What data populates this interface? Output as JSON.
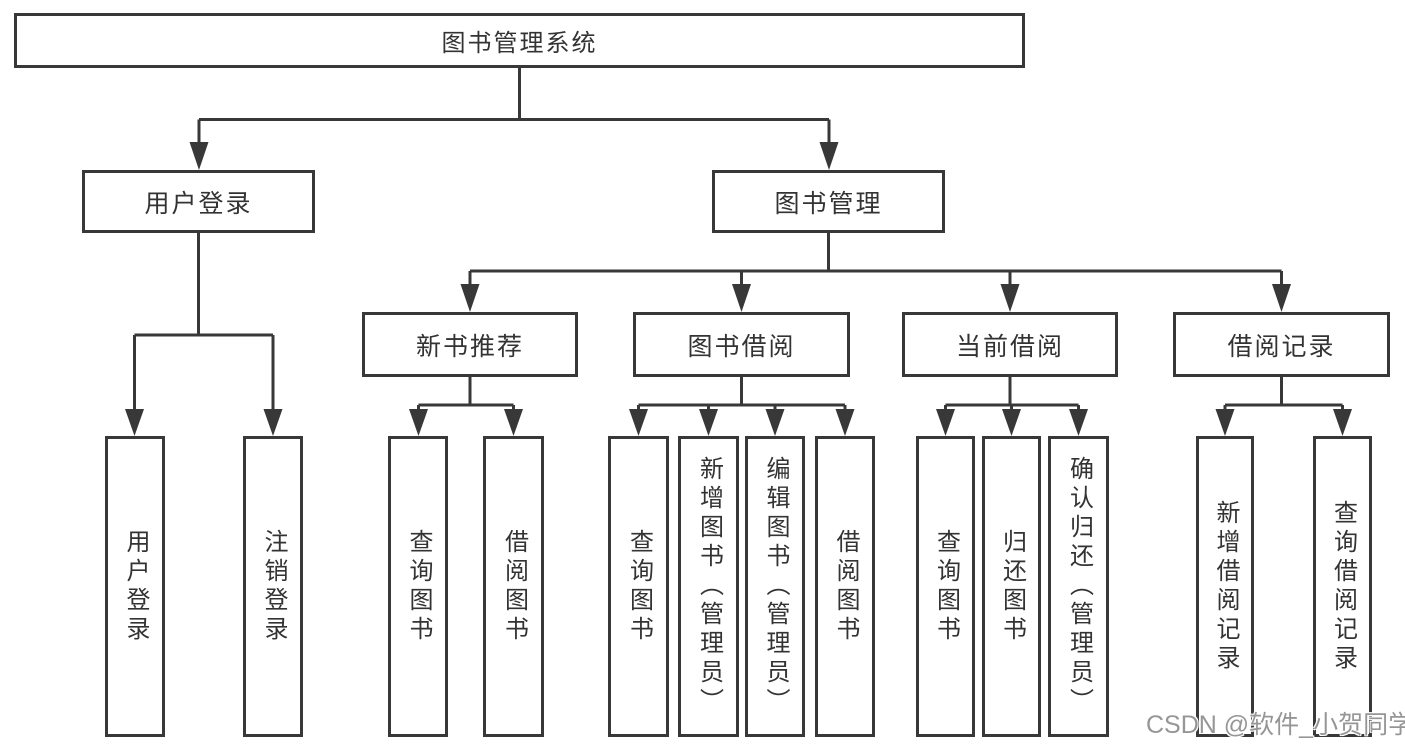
{
  "diagram": {
    "root": "图书管理系统",
    "level2": {
      "user_login": "用户登录",
      "book_mgmt": "图书管理"
    },
    "level3": {
      "new_books": "新书推荐",
      "borrow": "图书借阅",
      "current": "当前借阅",
      "records": "借阅记录"
    },
    "leaves": {
      "login": "用户登录",
      "logout": "注销登录",
      "nb_query": "查询图书",
      "nb_borrow": "借阅图书",
      "bw_query": "查询图书",
      "bw_add": "新增图书（管理员）",
      "bw_edit": "编辑图书（管理员）",
      "bw_borrow": "借阅图书",
      "cb_query": "查询图书",
      "cb_return": "归还图书",
      "cb_confirm": "确认归还（管理员）",
      "rc_add": "新增借阅记录",
      "rc_query": "查询借阅记录"
    }
  },
  "watermark": "CSDN @软件_小贺同学",
  "colors": {
    "line": "#383838",
    "border": "#383838",
    "text": "#333333",
    "watermark": "#969696",
    "background": "#ffffff"
  }
}
